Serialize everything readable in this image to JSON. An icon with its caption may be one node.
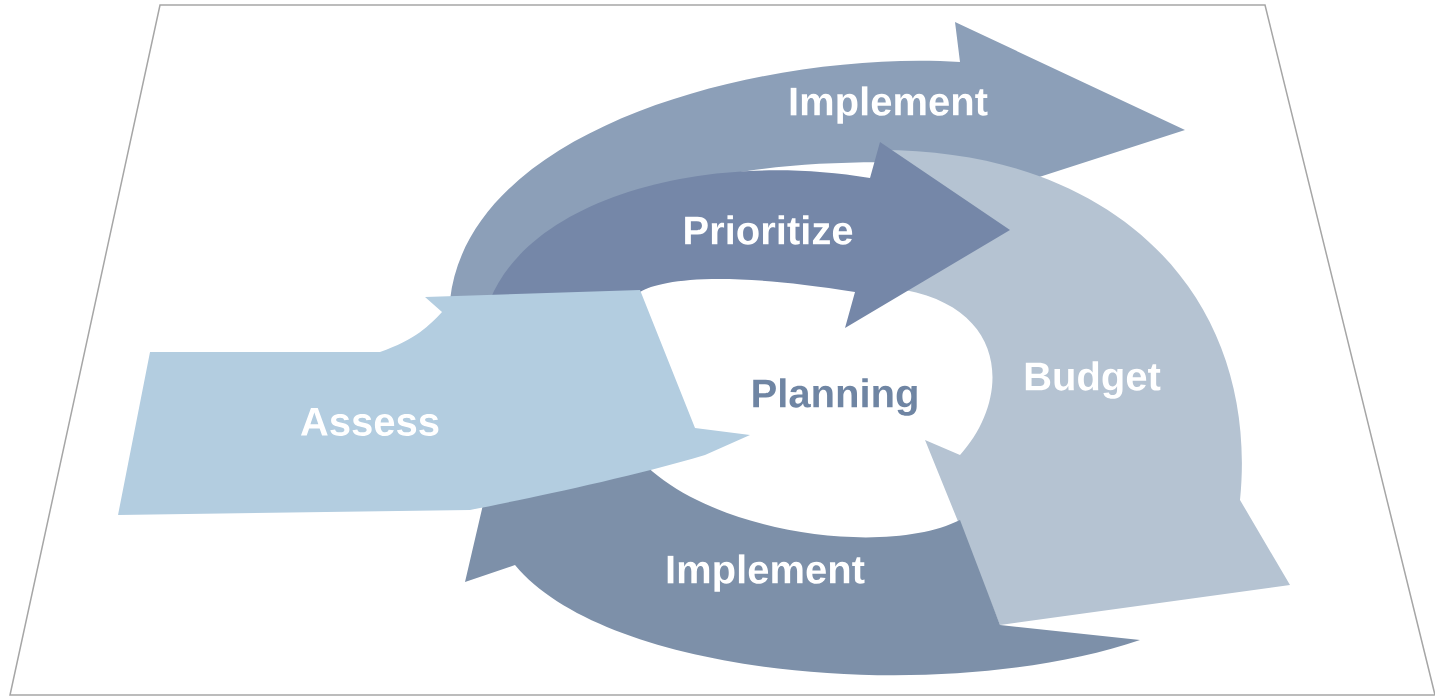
{
  "diagram": {
    "nodes": [
      {
        "text": [
          "Implement"
        ]
      },
      {
        "text": [
          "Prioritize"
        ]
      },
      {
        "text": [
          "Assess"
        ]
      },
      {
        "text": [
          "Budget"
        ]
      },
      {
        "text": [
          "Implement"
        ]
      }
    ],
    "labels": [
      "Planning"
    ]
  }
}
